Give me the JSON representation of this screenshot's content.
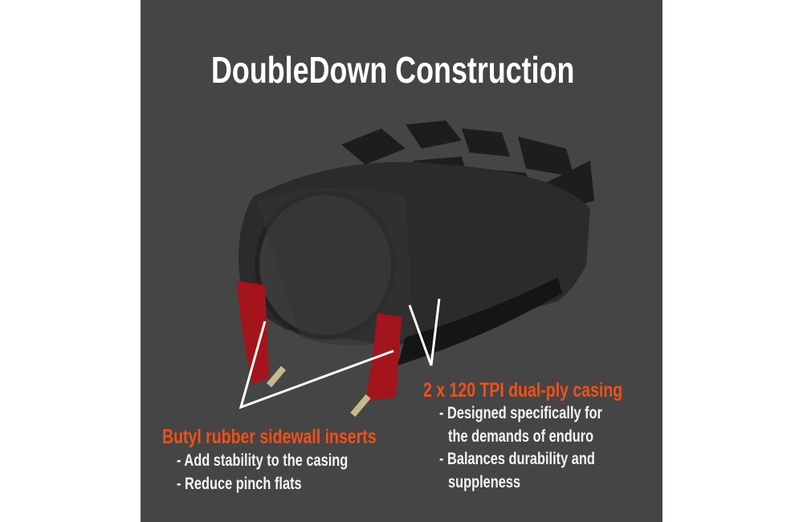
{
  "title": "DoubleDown Construction",
  "left_callout": {
    "heading": "Butyl rubber sidewall inserts",
    "bullets": [
      "- Add stability to the casing",
      "- Reduce pinch flats"
    ]
  },
  "right_callout": {
    "heading": "2 x 120 TPI dual-ply casing",
    "bullets": [
      "- Designed specifically for",
      "the demands of enduro",
      "- Balances durability and",
      "suppleness"
    ]
  },
  "colors": {
    "background": "#454545",
    "accent": "#f2501a",
    "text": "#ffffff",
    "insert": "#a3141c"
  }
}
